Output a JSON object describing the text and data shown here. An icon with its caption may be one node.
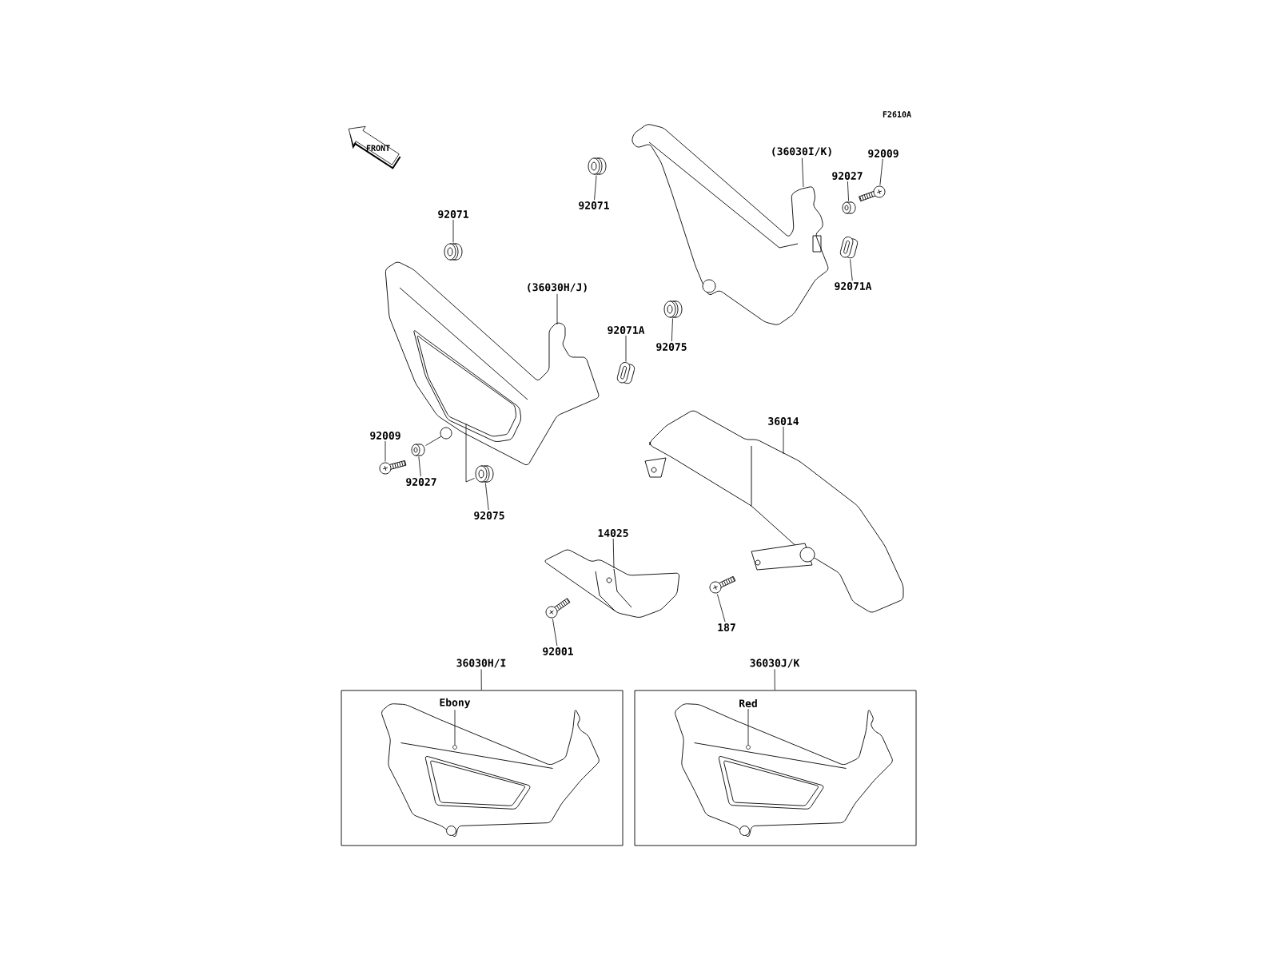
{
  "diagram": {
    "nodes": [
      {
        "text": [
          "92071"
        ]
      },
      {
        "text": [],
        "shape": "picture"
      },
      {
        "text": [
          "(36030I/K)"
        ]
      },
      {
        "text": [],
        "shape": "picture"
      },
      {
        "text": [
          "92009"
        ]
      },
      {
        "text": [],
        "shape": "picture"
      },
      {
        "text": [
          "92027"
        ]
      },
      {
        "text": [],
        "shape": "picture"
      },
      {
        "text": [
          "92071"
        ]
      },
      {
        "text": [],
        "shape": "picture"
      },
      {
        "text": [
          "(36030H/J)"
        ]
      },
      {
        "text": [],
        "shape": "picture"
      },
      {
        "text": [
          "92071A"
        ]
      },
      {
        "text": [],
        "shape": "picture"
      },
      {
        "text": [
          "92071A"
        ]
      },
      {
        "text": [],
        "shape": "picture"
      },
      {
        "text": [
          "92075"
        ]
      },
      {
        "text": [],
        "shape": "picture"
      },
      {
        "text": [
          "36014"
        ]
      },
      {
        "text": [],
        "shape": "picture"
      },
      {
        "text": [
          "92009"
        ]
      },
      {
        "text": [],
        "shape": "picture"
      },
      {
        "text": [
          "92027"
        ]
      },
      {
        "text": [],
        "shape": "picture"
      },
      {
        "text": [
          "92075"
        ]
      },
      {
        "text": [],
        "shape": "picture"
      },
      {
        "text": [
          "14025"
        ]
      },
      {
        "text": [],
        "shape": "picture"
      },
      {
        "text": [
          "187"
        ]
      },
      {
        "text": [],
        "shape": "picture"
      },
      {
        "text": [
          "92001"
        ]
      },
      {
        "text": [],
        "shape": "picture"
      },
      {
        "text": [
          "36030H/I"
        ]
      },
      {
        "text": [],
        "shape": "box"
      },
      {
        "text": [
          "Ebony"
        ],
        "in": 33
      },
      {
        "text": [],
        "shape": "picture",
        "in": 33
      },
      {
        "text": [],
        "shape": "circle",
        "in": 35
      },
      {
        "text": [
          "36030J/K"
        ]
      },
      {
        "text": [],
        "shape": "box"
      },
      {
        "text": [
          "Red"
        ],
        "in": 38
      },
      {
        "text": [],
        "shape": "picture",
        "in": 38
      },
      {
        "text": [],
        "shape": "circle",
        "in": 40
      }
    ],
    "edges": [
      {
        "from": 0,
        "to": 1,
        "arrow": "none"
      },
      {
        "from": 2,
        "to": 3,
        "arrow": "none"
      },
      {
        "from": 4,
        "to": 5,
        "arrow": "none"
      },
      {
        "from": 6,
        "to": 7,
        "arrow": "none"
      },
      {
        "from": 8,
        "to": 9,
        "arrow": "none"
      },
      {
        "from": 10,
        "to": 11,
        "arrow": "none"
      },
      {
        "from": 12,
        "to": 13,
        "arrow": "none"
      },
      {
        "from": 14,
        "to": 15,
        "arrow": "none"
      },
      {
        "from": 16,
        "to": 17,
        "arrow": "none"
      },
      {
        "from": 18,
        "to": 19,
        "arrow": "none"
      },
      {
        "from": 20,
        "to": 21,
        "arrow": "none"
      },
      {
        "from": 22,
        "to": 23,
        "arrow": "none"
      },
      {
        "from": 24,
        "to": 25,
        "arrow": "none"
      },
      {
        "from": 26,
        "to": 27,
        "arrow": "none"
      },
      {
        "from": 28,
        "to": 29,
        "arrow": "none"
      },
      {
        "from": 30,
        "to": 31,
        "arrow": "none"
      },
      {
        "from": 32,
        "to": 33,
        "arrow": "none"
      },
      {
        "from": 34,
        "to": 36,
        "arrow": "none"
      },
      {
        "from": 37,
        "to": 38,
        "arrow": "none"
      },
      {
        "from": 39,
        "to": 41,
        "arrow": "none"
      },
      {
        "from": 23,
        "to": 11,
        "arrow": "none"
      },
      {
        "from": 11,
        "to": 25,
        "arrow": "none"
      }
    ],
    "labels": [
      "F2610A",
      "FRONT"
    ]
  }
}
